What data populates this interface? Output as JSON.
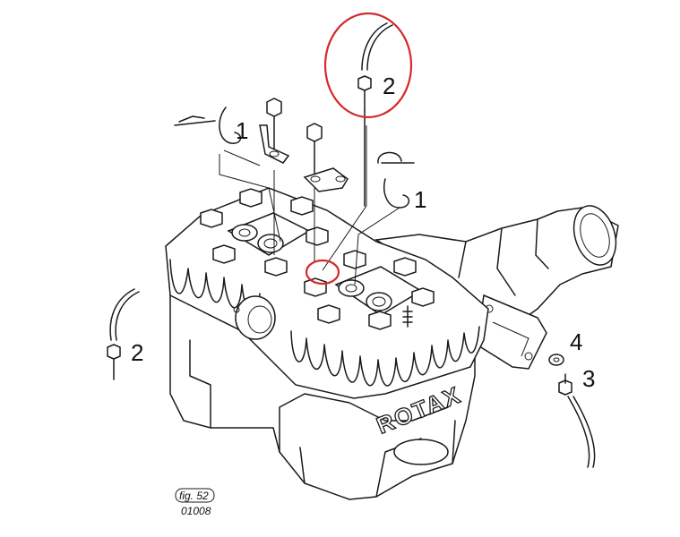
{
  "callouts": [
    {
      "id": "c1a",
      "label": "1"
    },
    {
      "id": "c1b",
      "label": "1"
    },
    {
      "id": "c2a",
      "label": "2"
    },
    {
      "id": "c2b",
      "label": "2"
    },
    {
      "id": "c3",
      "label": "3"
    },
    {
      "id": "c4",
      "label": "4"
    }
  ],
  "brand": "ROTAX",
  "figure": {
    "label": "fig. 52",
    "code": "01008"
  },
  "highlight_color": "#d42a2a"
}
